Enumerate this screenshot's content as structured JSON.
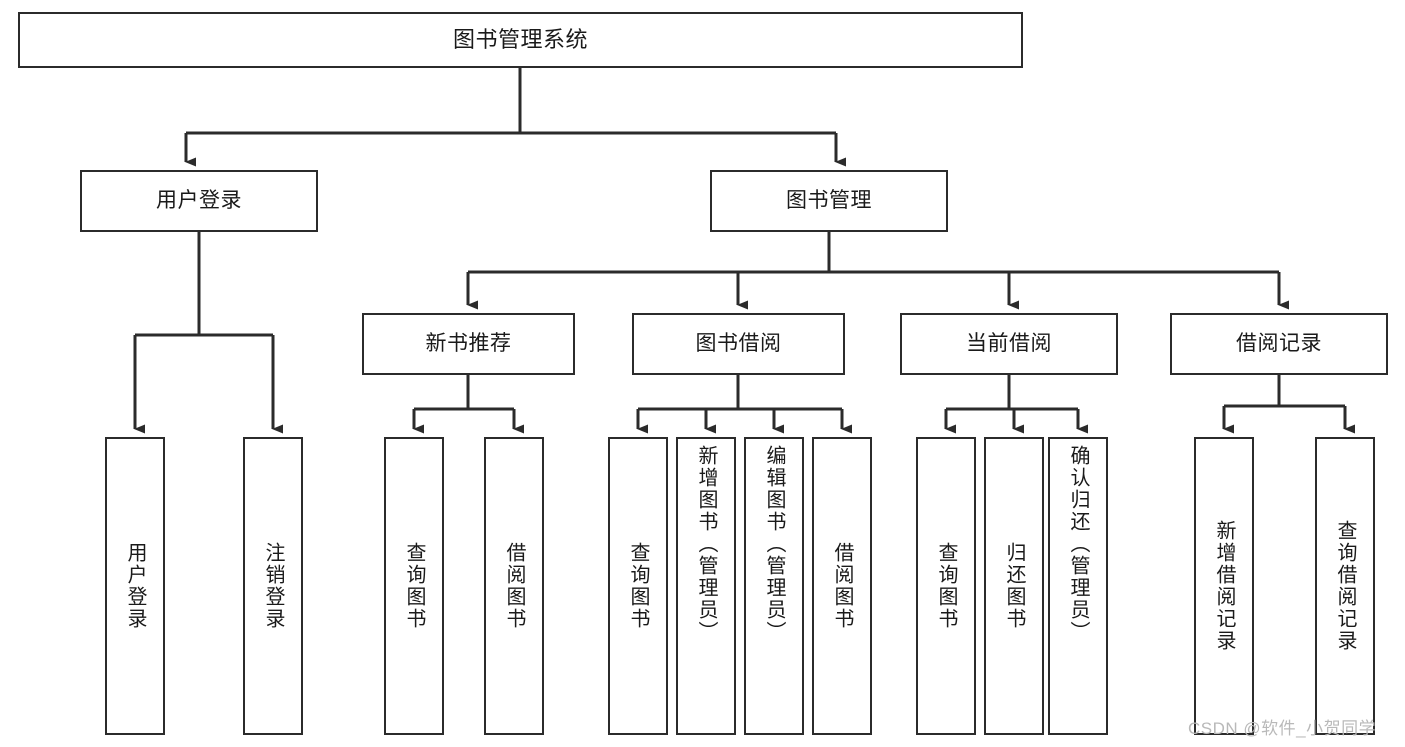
{
  "diagram": {
    "title": "图书管理系统",
    "type": "tree-hierarchy-chart",
    "watermark": "CSDN @软件_小贺同学",
    "line_color": "#2b2b2b",
    "box_fill": "#ffffff",
    "text_color": "#1a1a1a",
    "watermark_color": "#b9b9b9"
  },
  "nodes": {
    "root": {
      "label": "图书管理系统"
    },
    "level1": [
      {
        "label": "用户登录"
      },
      {
        "label": "图书管理"
      }
    ],
    "level2": [
      {
        "label": "新书推荐"
      },
      {
        "label": "图书借阅"
      },
      {
        "label": "当前借阅"
      },
      {
        "label": "借阅记录"
      }
    ],
    "leaves": {
      "user_login": [
        {
          "label": "用户登录"
        },
        {
          "label": "注销登录"
        }
      ],
      "new_book_recommend": [
        {
          "label": "查询图书"
        },
        {
          "label": "借阅图书"
        }
      ],
      "book_borrow": [
        {
          "label": "查询图书"
        },
        {
          "label": "新增图书（管理员）"
        },
        {
          "label": "编辑图书（管理员）"
        },
        {
          "label": "借阅图书"
        }
      ],
      "current_borrow": [
        {
          "label": "查询图书"
        },
        {
          "label": "归还图书"
        },
        {
          "label": "确认归还（管理员）"
        }
      ],
      "borrow_record": [
        {
          "label": "新增借阅记录"
        },
        {
          "label": "查询借阅记录"
        }
      ]
    }
  }
}
